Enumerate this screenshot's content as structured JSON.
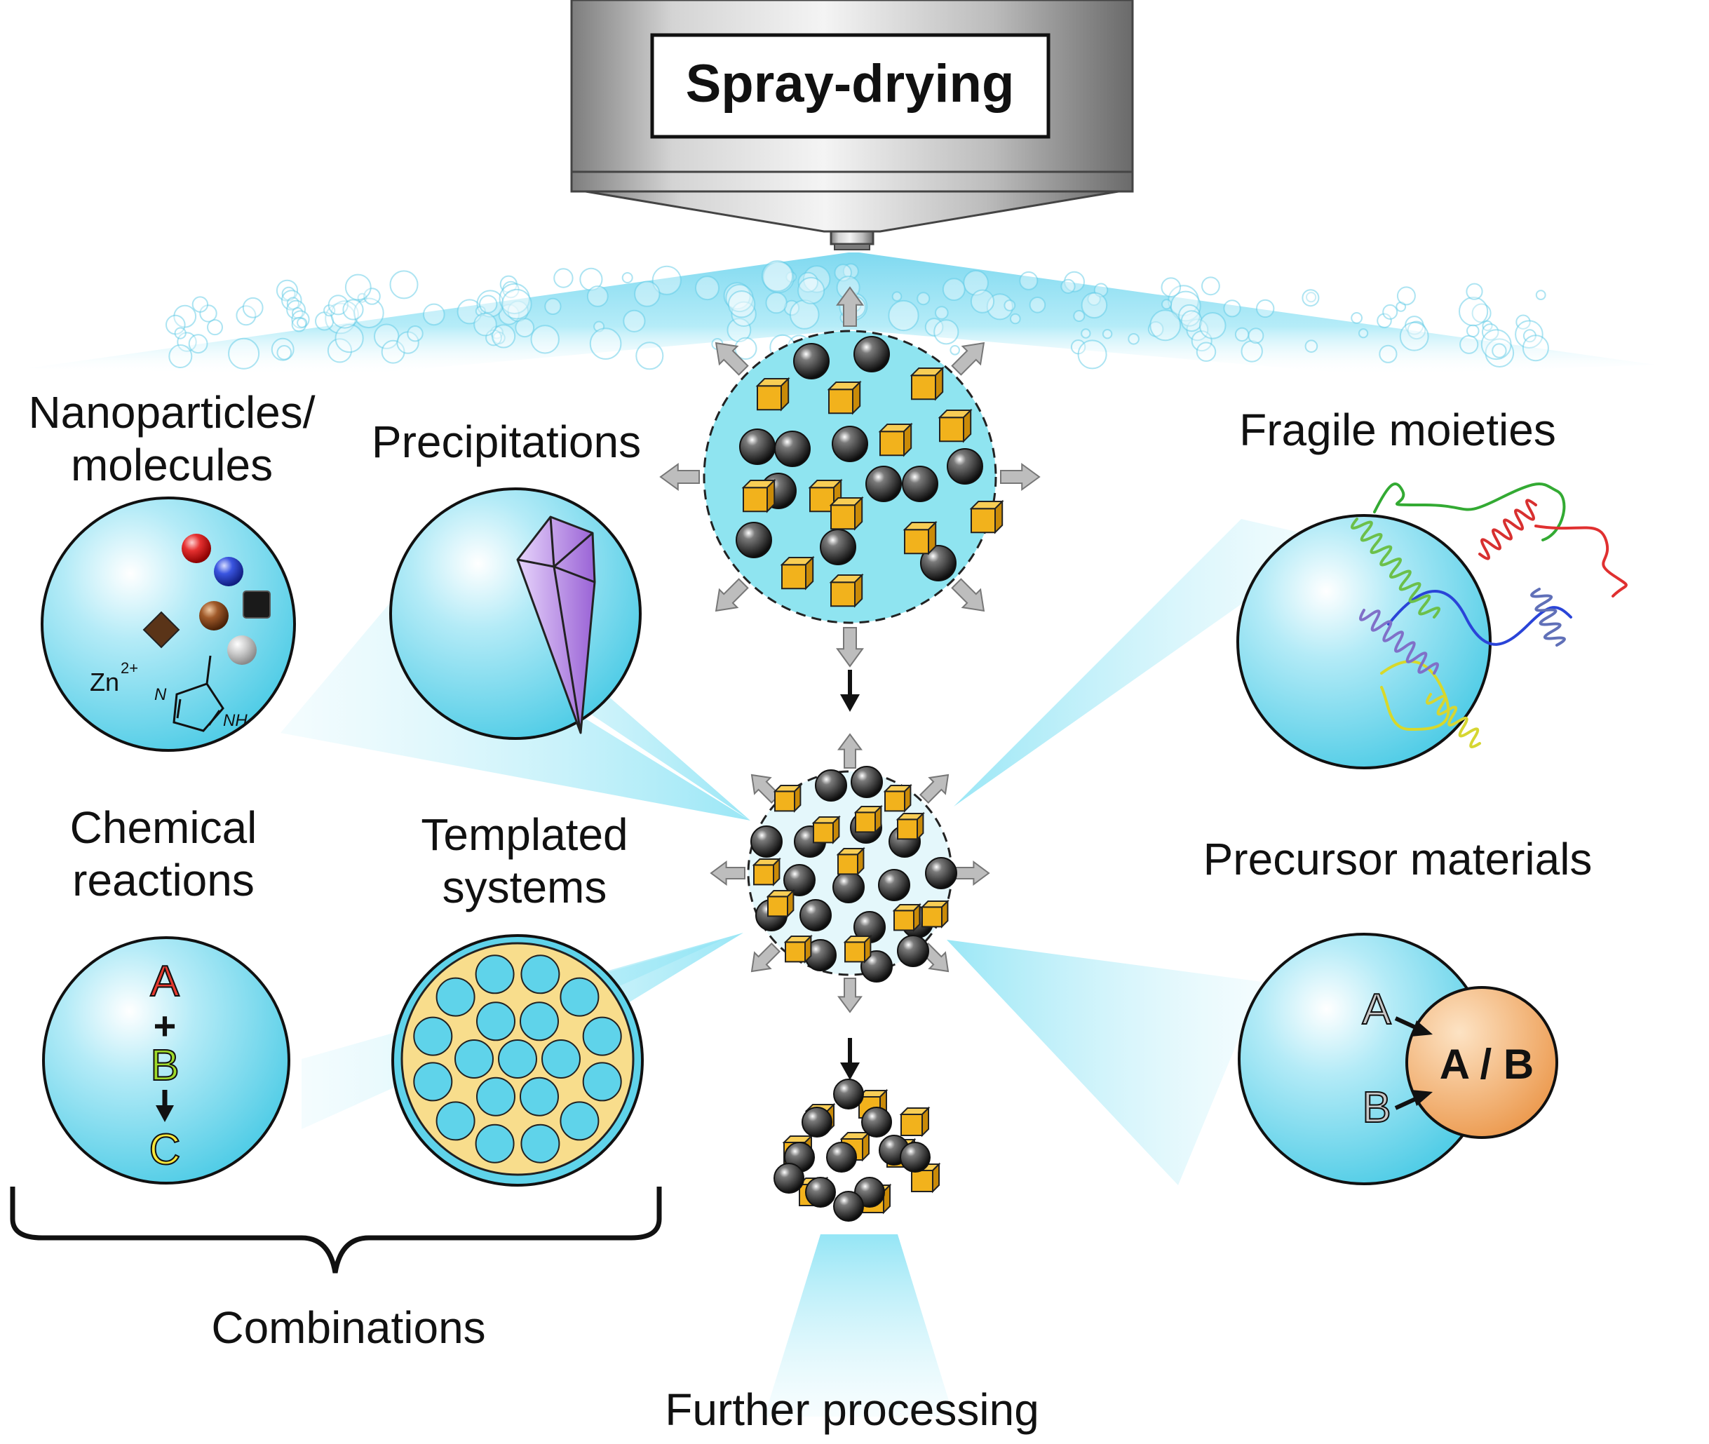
{
  "header": {
    "title": "Spray-drying"
  },
  "labels": {
    "nanoparticles_line1": "Nanoparticles/",
    "nanoparticles_line2": "molecules",
    "precipitations": "Precipitations",
    "fragile": "Fragile moieties",
    "chemical_line1": "Chemical",
    "chemical_line2": "reactions",
    "templated_line1": "Templated",
    "templated_line2": "systems",
    "precursor": "Precursor materials",
    "combinations": "Combinations",
    "further": "Further processing"
  },
  "molecule_text": {
    "zn": "Zn",
    "zn_charge": "2+",
    "n": "N",
    "nh": "NH"
  },
  "reaction": {
    "a": "A",
    "plus": "+",
    "b": "B",
    "c": "C"
  },
  "precursor_text": {
    "a": "A",
    "b": "B",
    "ab": "A / B"
  },
  "colors": {
    "droplet": "#5fd3ea",
    "cube": "#f2b21c",
    "sphere": "#1a1a1a",
    "crystal": "#a877d8",
    "template": "#f8dd8c",
    "core": "#f0a560",
    "spray": "#9fe3f3"
  }
}
